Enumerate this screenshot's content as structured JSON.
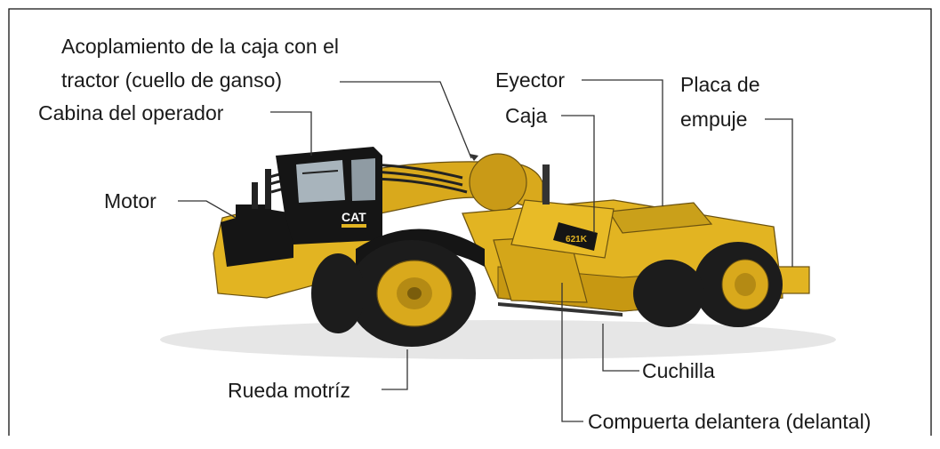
{
  "diagram": {
    "labels": {
      "acoplamiento_line1": "Acoplamiento de la caja con el",
      "acoplamiento_line2": "tractor (cuello de ganso)",
      "cabina": "Cabina del operador",
      "motor": "Motor",
      "rueda": "Rueda motríz",
      "eyector": "Eyector",
      "caja": "Caja",
      "placa_line1": "Placa de",
      "placa_line2": "empuje",
      "cuchilla": "Cuchilla",
      "compuerta": "Compuerta delantera (delantal)"
    },
    "machine_badge": "CAT",
    "model_badge": "621K",
    "colors": {
      "body_yellow": "#e2b422",
      "dark_yellow": "#b48a14",
      "tire_black": "#1c1c1c",
      "cab_black": "#151515",
      "leader_line": "#333333"
    }
  }
}
